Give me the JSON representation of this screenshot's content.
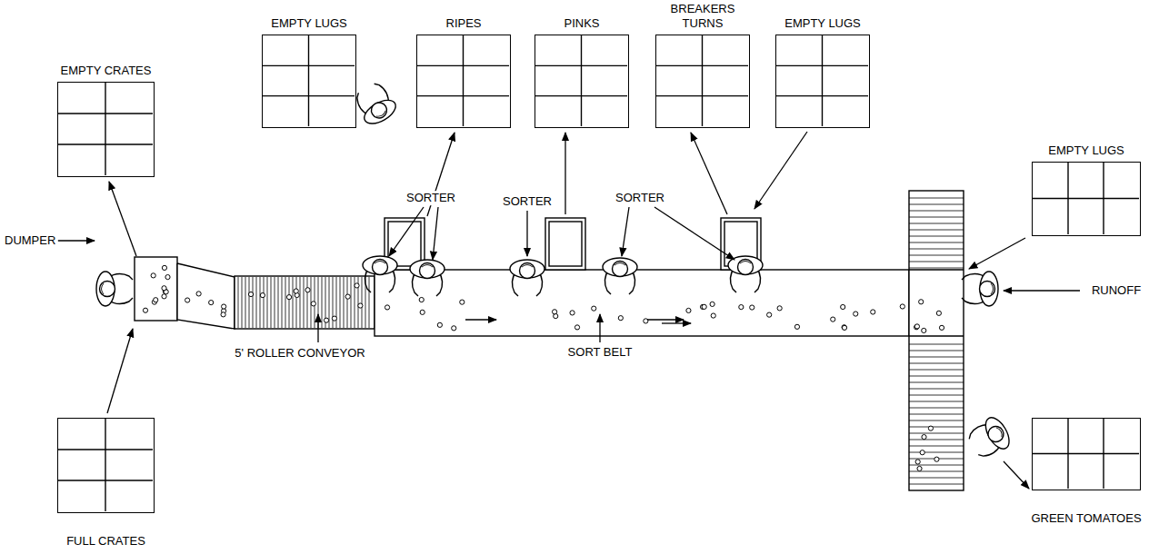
{
  "diagram": {
    "nodes": [
      {
        "text": [
          "EMPTY CRATES"
        ]
      },
      {
        "text": [
          "EMPTY LUGS"
        ]
      },
      {
        "text": [
          "RIPES"
        ]
      },
      {
        "text": [
          "PINKS"
        ]
      },
      {
        "text": [
          "BREAKERS TURNS"
        ]
      },
      {
        "text": [
          "EMPTY LUGS"
        ]
      },
      {
        "text": [
          "EMPTY LUGS"
        ]
      },
      {
        "text": [
          "FULL CRATES"
        ]
      },
      {
        "text": [
          "GREEN TOMATOES"
        ]
      }
    ],
    "labels": [
      "DUMPER",
      "5' ROLLER CONVEYOR",
      "SORTER",
      "SORTER",
      "SORTER",
      "SORT BELT",
      "RUNOFF"
    ]
  }
}
